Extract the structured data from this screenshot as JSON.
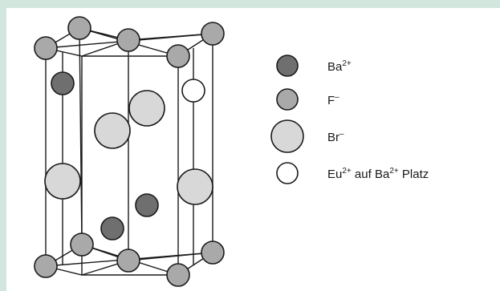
{
  "legend": {
    "ba": {
      "ion": "Ba",
      "charge": "2+",
      "color": "#6f6f6f"
    },
    "f": {
      "ion": "F",
      "charge": "–",
      "color": "#a9a9a9"
    },
    "br": {
      "ion": "Br",
      "charge": "–",
      "color": "#d8d8d8"
    },
    "eu": {
      "ion": "Eu",
      "charge": "2+",
      "text_mid": " auf Ba",
      "charge2": "2+",
      "text_end": " Platz",
      "color": "#ffffff"
    }
  }
}
